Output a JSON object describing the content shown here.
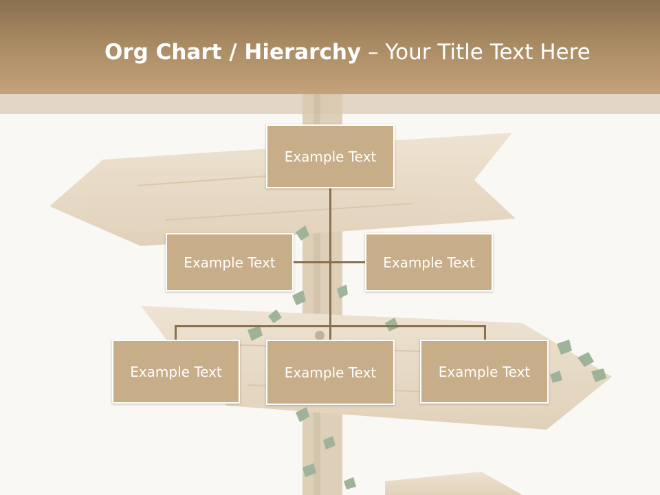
{
  "header": {
    "title_bold": "Org Chart / Hierarchy",
    "title_dash": " – ",
    "title_rest": "Your Title Text Here"
  },
  "colors": {
    "header_top": "#8a7050",
    "header_bottom": "#c4a27a",
    "header_strip": "#e2d6c7",
    "node_fill": "#c8ad89",
    "connector": "#8a6f4e",
    "background": "#faf8f4"
  },
  "orgchart": {
    "root": {
      "label": "Example Text"
    },
    "assistants": [
      {
        "label": "Example Text"
      },
      {
        "label": "Example Text"
      }
    ],
    "children": [
      {
        "label": "Example Text"
      },
      {
        "label": "Example Text"
      },
      {
        "label": "Example Text"
      }
    ]
  },
  "background_art": {
    "icon": "wooden-signpost-with-ivy"
  }
}
